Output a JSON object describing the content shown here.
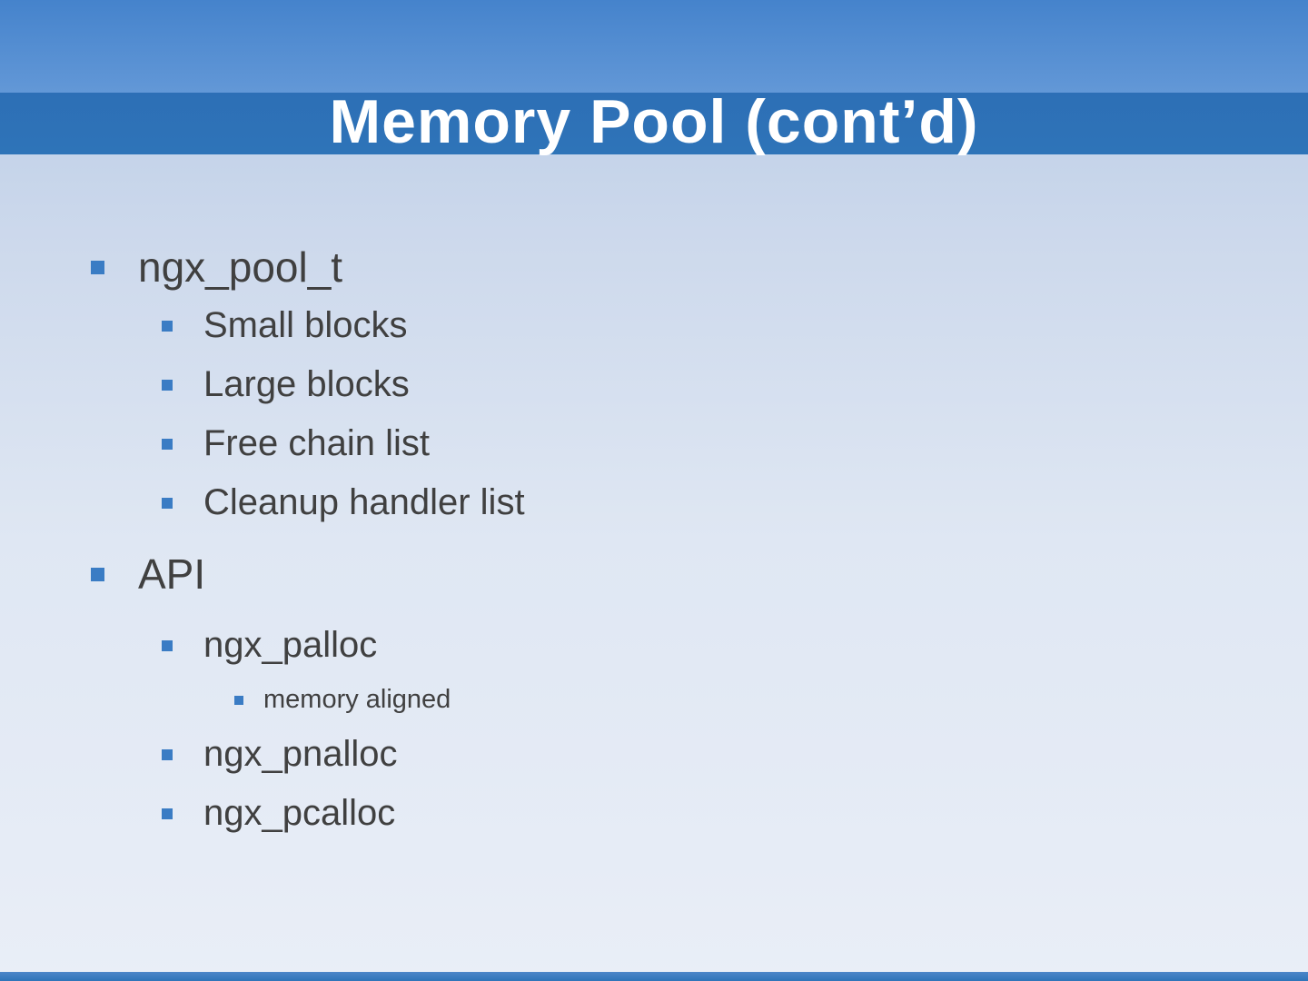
{
  "slide": {
    "title": "Memory Pool (cont’d)",
    "bullets": [
      {
        "level": 1,
        "text": "ngx_pool_t"
      },
      {
        "level": 2,
        "text": "Small blocks"
      },
      {
        "level": 2,
        "text": "Large blocks"
      },
      {
        "level": 2,
        "text": "Free chain list"
      },
      {
        "level": 2,
        "text": "Cleanup handler list"
      },
      {
        "level": 1,
        "text": "API"
      },
      {
        "level": 2,
        "text": "ngx_palloc"
      },
      {
        "level": 3,
        "text": "memory aligned"
      },
      {
        "level": 2,
        "text": "ngx_pnalloc"
      },
      {
        "level": 2,
        "text": "ngx_pcalloc"
      }
    ],
    "colors": {
      "header_gradient_top": "#4583cc",
      "header_gradient_bottom": "#7babe0",
      "title_stripe": "#2e74b8",
      "title_text": "#ffffff",
      "body_text": "#404040",
      "bullet": "#3a7cc4",
      "body_background_top": "#b7cbe6",
      "body_background_bottom": "#e9eef7"
    }
  }
}
